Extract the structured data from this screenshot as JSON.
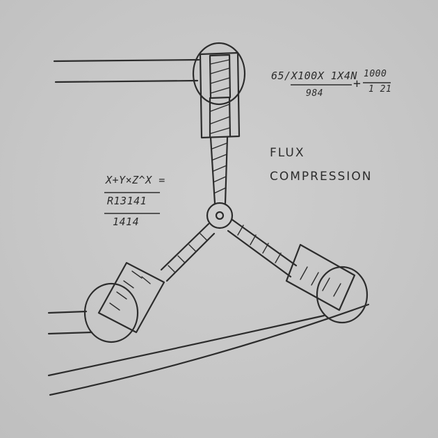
{
  "note_top_right": {
    "numerator": "65/X100X 1X4N",
    "denominator": "984",
    "plus_fraction_numerator": "1000",
    "plus_fraction_denominator": "1 21"
  },
  "note_left": {
    "line1": "X+Y×Z^X =",
    "line2": "R13141",
    "line3": "1414"
  },
  "title": {
    "line1": "FLUX",
    "line2": "COMPRESSION"
  },
  "colors": {
    "ink": "#2c2c2c",
    "paper": "#c9c9c9"
  },
  "drawing": {
    "subject": "flux-capacitor-sketch"
  }
}
